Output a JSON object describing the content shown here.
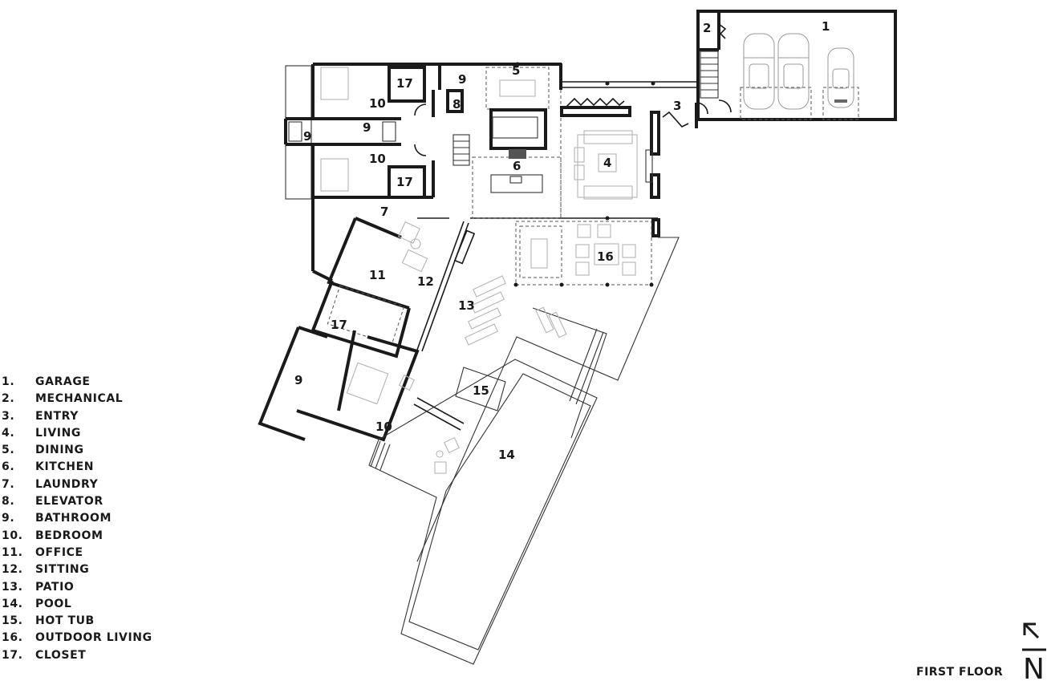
{
  "plan": {
    "title": "FIRST FLOOR",
    "north_arrow": {
      "icon": "north-arrow-icon",
      "label": "N"
    }
  },
  "legend": [
    {
      "num": "1.",
      "name": "GARAGE"
    },
    {
      "num": "2.",
      "name": "MECHANICAL"
    },
    {
      "num": "3.",
      "name": "ENTRY"
    },
    {
      "num": "4.",
      "name": "LIVING"
    },
    {
      "num": "5.",
      "name": "DINING"
    },
    {
      "num": "6.",
      "name": "KITCHEN"
    },
    {
      "num": "7.",
      "name": "LAUNDRY"
    },
    {
      "num": "8.",
      "name": "ELEVATOR"
    },
    {
      "num": "9.",
      "name": "BATHROOM"
    },
    {
      "num": "10.",
      "name": "BEDROOM"
    },
    {
      "num": "11.",
      "name": "OFFICE"
    },
    {
      "num": "12.",
      "name": "SITTING"
    },
    {
      "num": "13.",
      "name": "PATIO"
    },
    {
      "num": "14.",
      "name": "POOL"
    },
    {
      "num": "15.",
      "name": "HOT TUB"
    },
    {
      "num": "16.",
      "name": "OUTDOOR LIVING"
    },
    {
      "num": "17.",
      "name": "CLOSET"
    }
  ],
  "room_labels": {
    "garage": "1",
    "mechanical": "2",
    "entry": "3",
    "living": "4",
    "dining": "5",
    "kitchen": "6",
    "laundry": "7",
    "elevator": "8",
    "bath_top": "9",
    "bath_mid_left": "9",
    "bath_mid": "9",
    "bath_master": "9",
    "bedroom_top": "10",
    "bedroom_mid": "10",
    "bedroom_master": "10",
    "office": "11",
    "sitting": "12",
    "patio": "13",
    "pool": "14",
    "hot_tub": "15",
    "outdoor_living": "16",
    "closet_top": "17",
    "closet_mid": "17",
    "closet_master": "17"
  },
  "colors": {
    "wall": "#1a1a1a",
    "furniture": "#b5b5b5",
    "background": "#ffffff"
  }
}
